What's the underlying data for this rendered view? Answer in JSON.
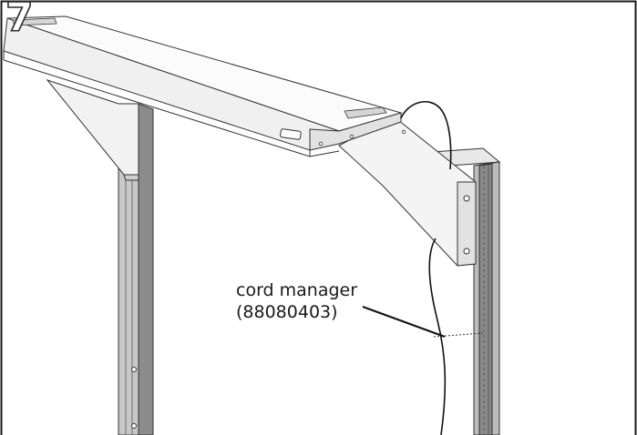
{
  "step": {
    "number": "7"
  },
  "callout": {
    "name": "cord manager",
    "part_number": "(88080403)"
  },
  "colors": {
    "frame": "#1a1a1a",
    "panel": "#f4f4f4",
    "panel_shade": "#dcdcdc",
    "post": "#9c9c9c",
    "post_dark": "#6e6e6e",
    "cord": "#111111"
  }
}
